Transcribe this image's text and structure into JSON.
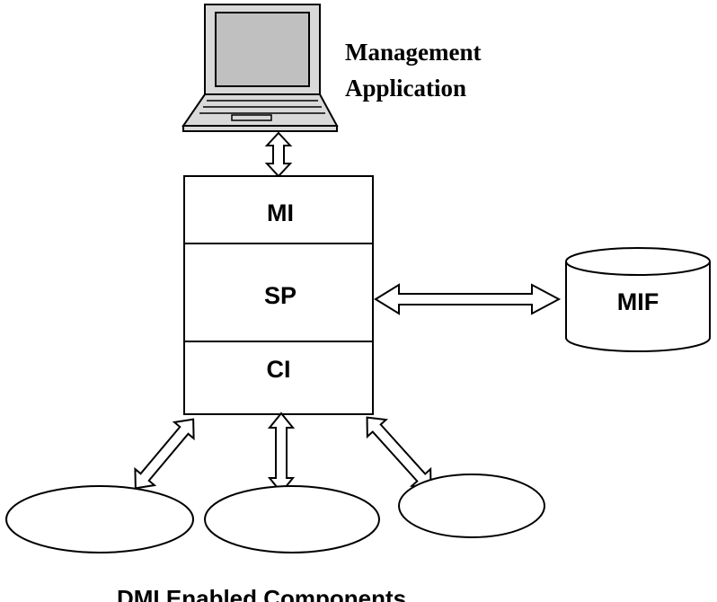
{
  "management_application": {
    "line1": "Management",
    "line2": "Application"
  },
  "stack": {
    "mi_label": "MI",
    "sp_label": "SP",
    "ci_label": "CI"
  },
  "database": {
    "label": "MIF"
  },
  "components": {
    "caption": "DMI Enabled Components"
  },
  "colors": {
    "stroke": "#000000",
    "laptop_screen": "#c0c0c0",
    "laptop_body": "#d9d9d9",
    "background": "#ffffff"
  }
}
